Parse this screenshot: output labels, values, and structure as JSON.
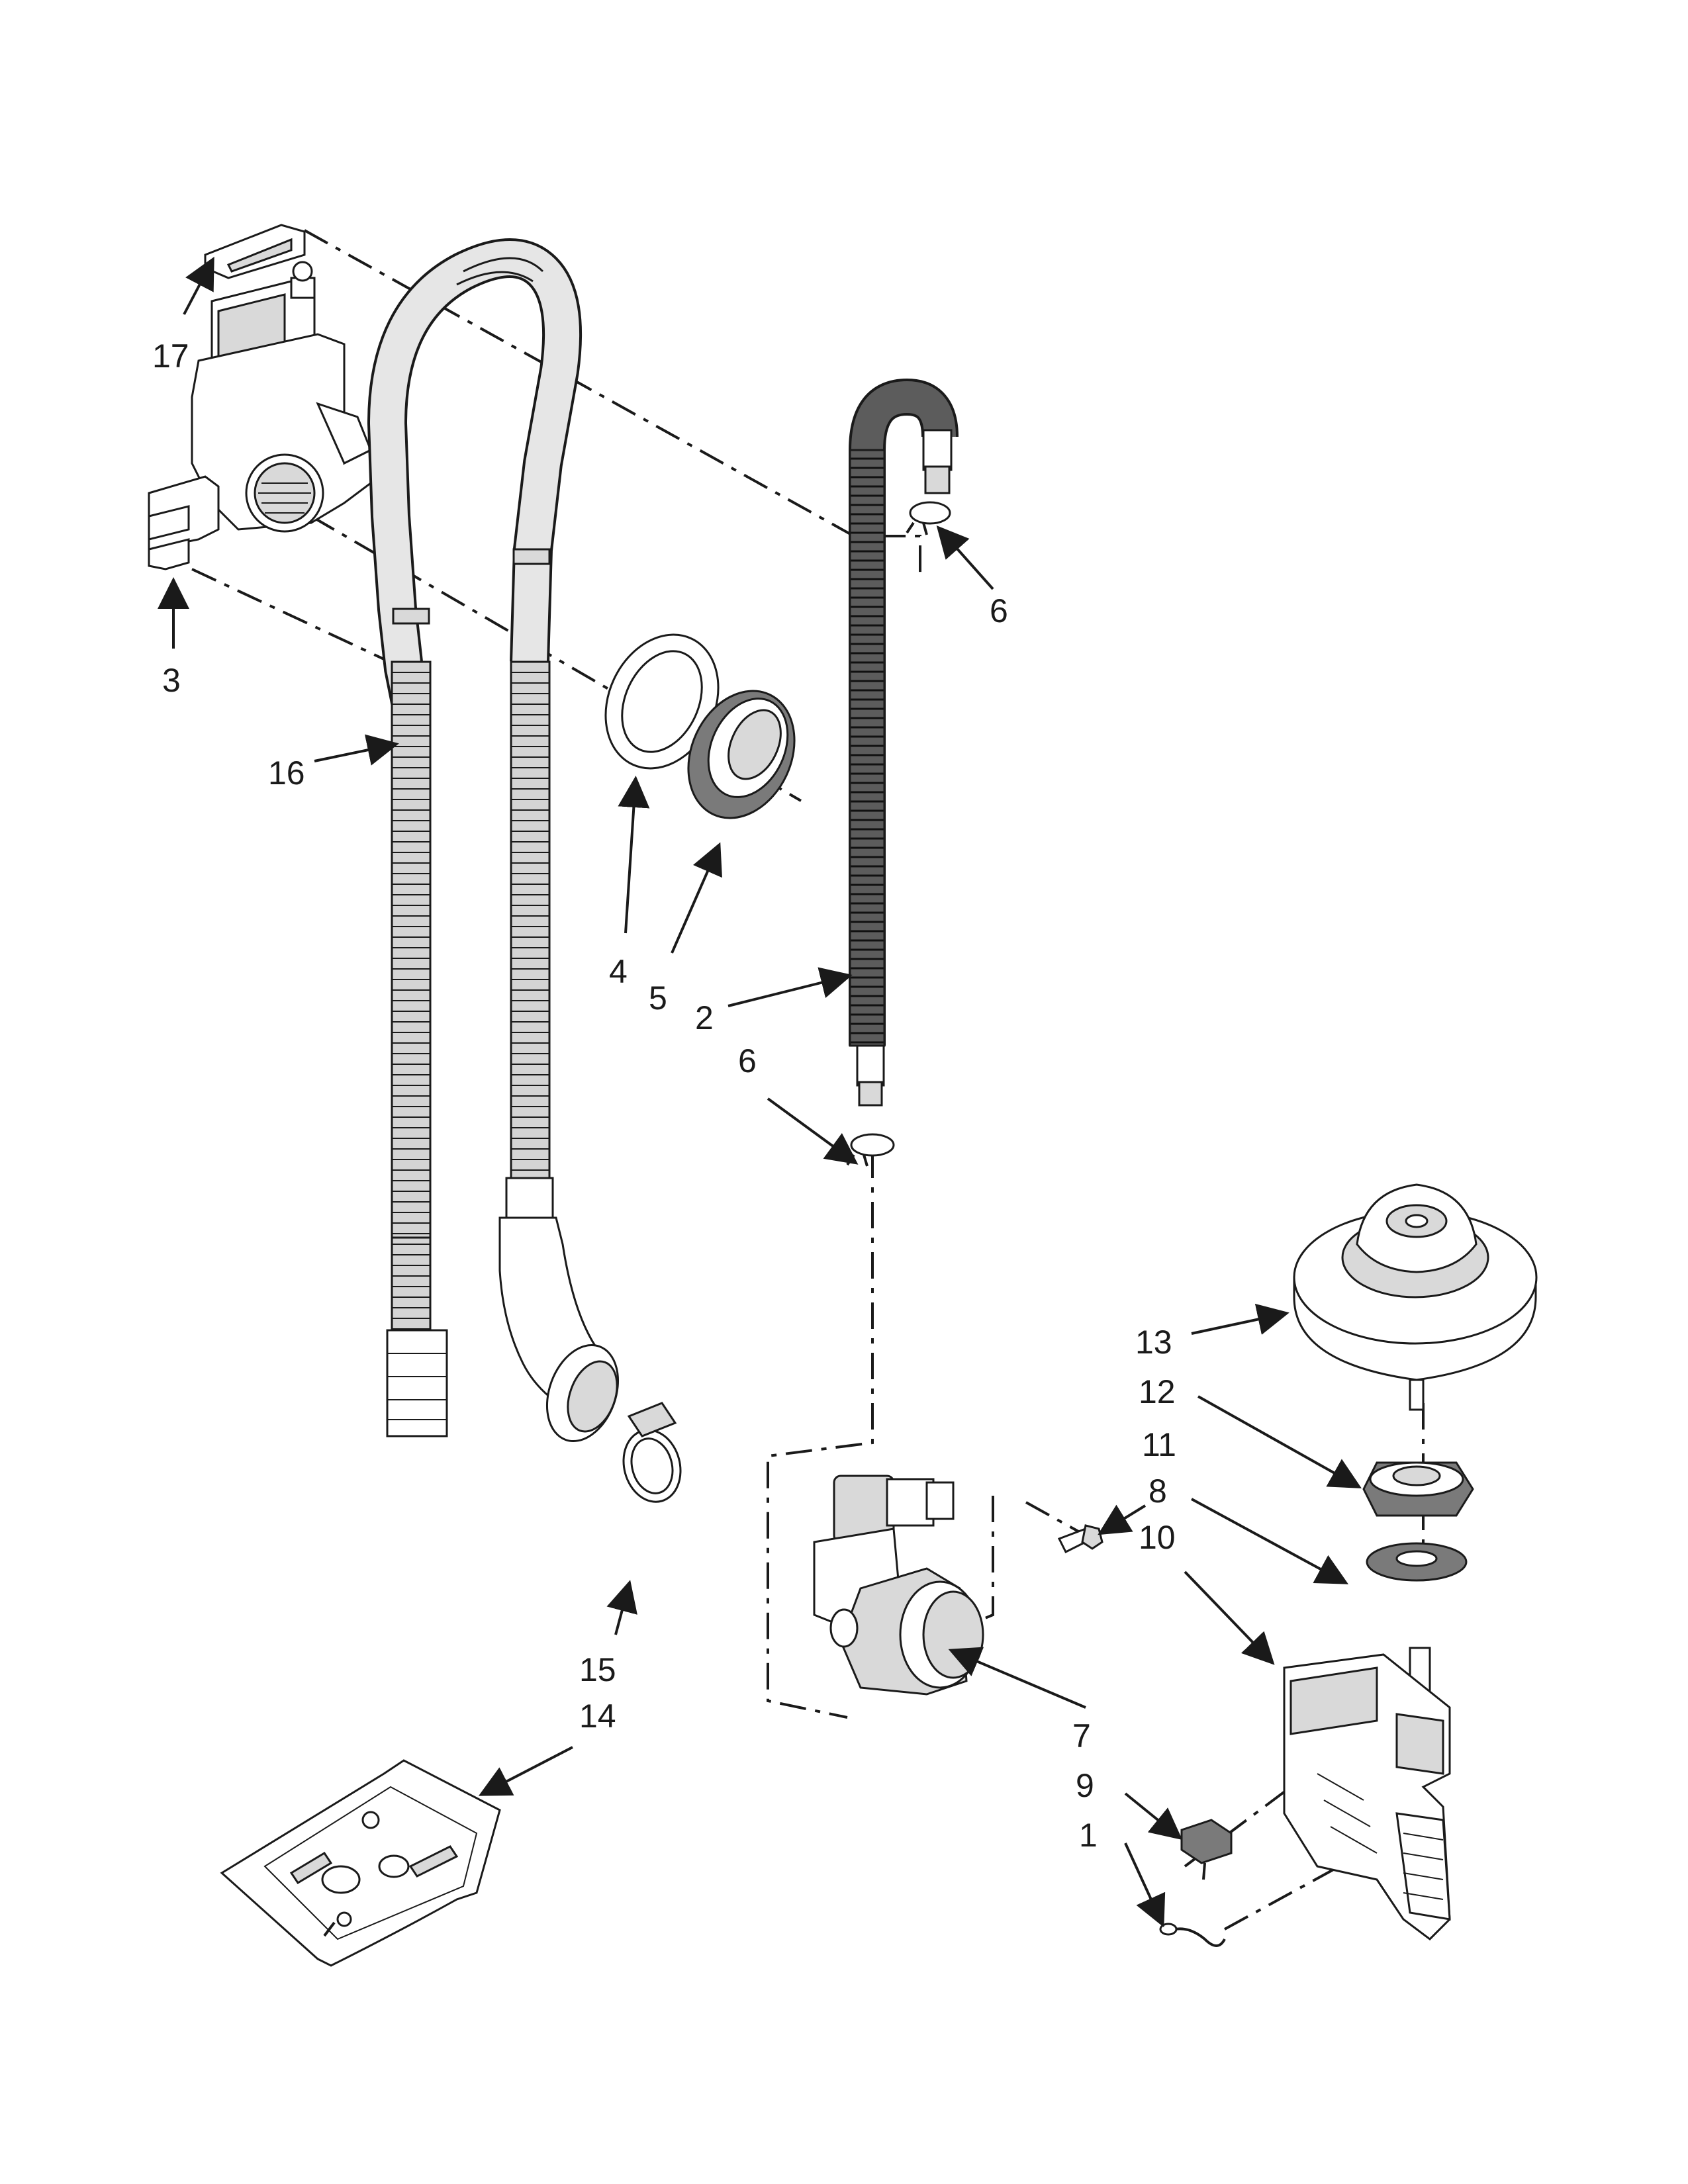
{
  "callouts": {
    "p1": "1",
    "p2": "2",
    "p3": "3",
    "p4": "4",
    "p5": "5",
    "p6a": "6",
    "p6b": "6",
    "p7": "7",
    "p8": "8",
    "p9": "9",
    "p10": "10",
    "p11": "11",
    "p12": "12",
    "p13": "13",
    "p14": "14",
    "p15": "15",
    "p16": "16",
    "p17": "17"
  },
  "colors": {
    "line": "#1a1a1a",
    "fill_light": "#d9d9d9",
    "fill_dark": "#7a7a7a",
    "background": "#ffffff"
  }
}
